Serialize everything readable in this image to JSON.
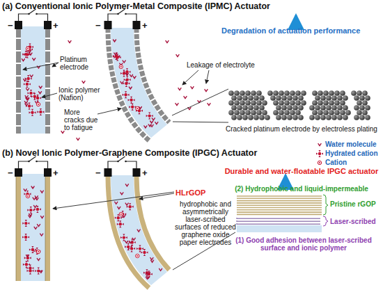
{
  "diagram": {
    "labels": [
      "(a) Conventional Ionic Polymer-Metal Composite (IPMC) Actuator",
      "−",
      "+",
      "−",
      "+",
      "Platinum electrode",
      "Ionic polymer (Nafion)",
      "More cracks due to fatigue",
      "Degradation of actuation performance",
      "Leakage of electrolyte",
      "Cracked platinum electrode by electroless plating",
      "(b) Novel Ionic Polymer-Graphene Composite (IPGC) Actuator",
      "−",
      "+",
      "−",
      "+",
      "HLrGOP",
      "hydrophobic and asymmetrically laser-scribed surfaces of reduced graphene oxide paper electrodes",
      "Durable and water-floatable IPGC actuator",
      "(2) Hydrophobic and liquid-impermeable",
      "Pristine rGOP",
      "Laser-scribed",
      "(1) Good adhesion between laser-scribed surface and ionic polymer"
    ],
    "legend": [
      {
        "text": "Water molecule"
      },
      {
        "text": "Hydrated cation"
      },
      {
        "text": "Cation"
      }
    ]
  }
}
